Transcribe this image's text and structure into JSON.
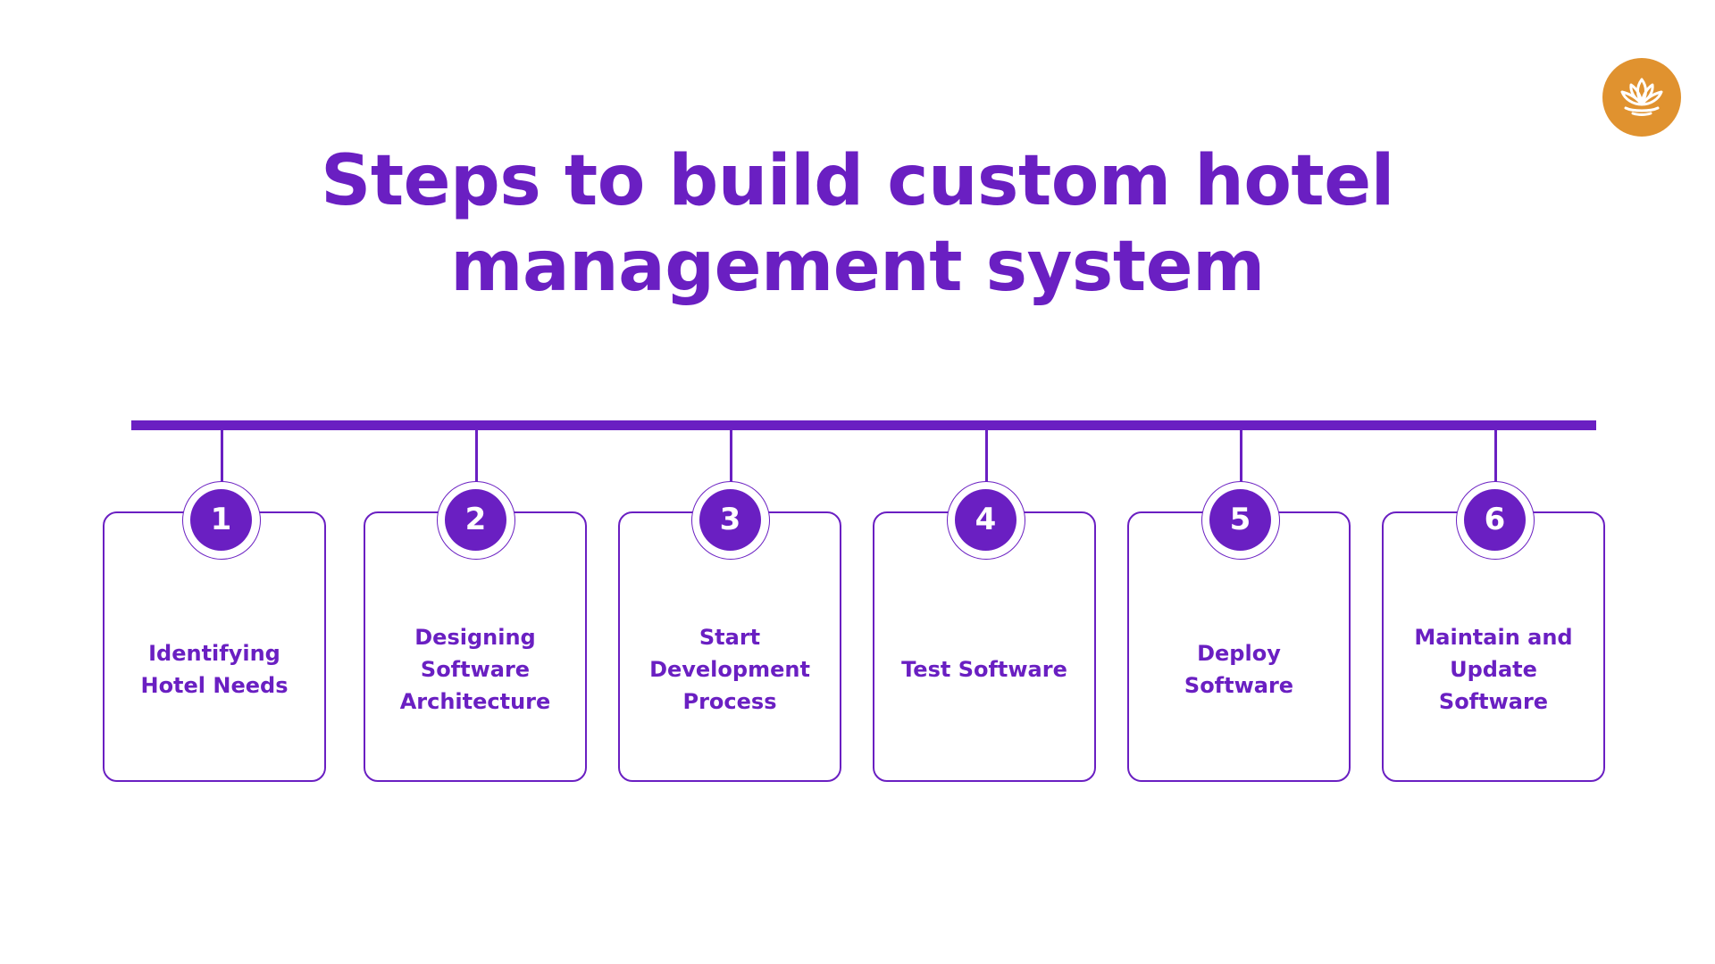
{
  "title": {
    "line1": "Steps to build custom hotel",
    "line2": "management system"
  },
  "logo": {
    "icon": "lotus-icon",
    "color": "#e0922f"
  },
  "colors": {
    "accent": "#6a1fc2",
    "background": "#ffffff"
  },
  "steps": [
    {
      "number": "1",
      "label": "Identifying\nHotel Needs"
    },
    {
      "number": "2",
      "label": "Designing\nSoftware\nArchitecture"
    },
    {
      "number": "3",
      "label": "Start\nDevelopment\nProcess"
    },
    {
      "number": "4",
      "label": "Test Software"
    },
    {
      "number": "5",
      "label": "Deploy\nSoftware"
    },
    {
      "number": "6",
      "label": "Maintain and\nUpdate\nSoftware"
    }
  ]
}
